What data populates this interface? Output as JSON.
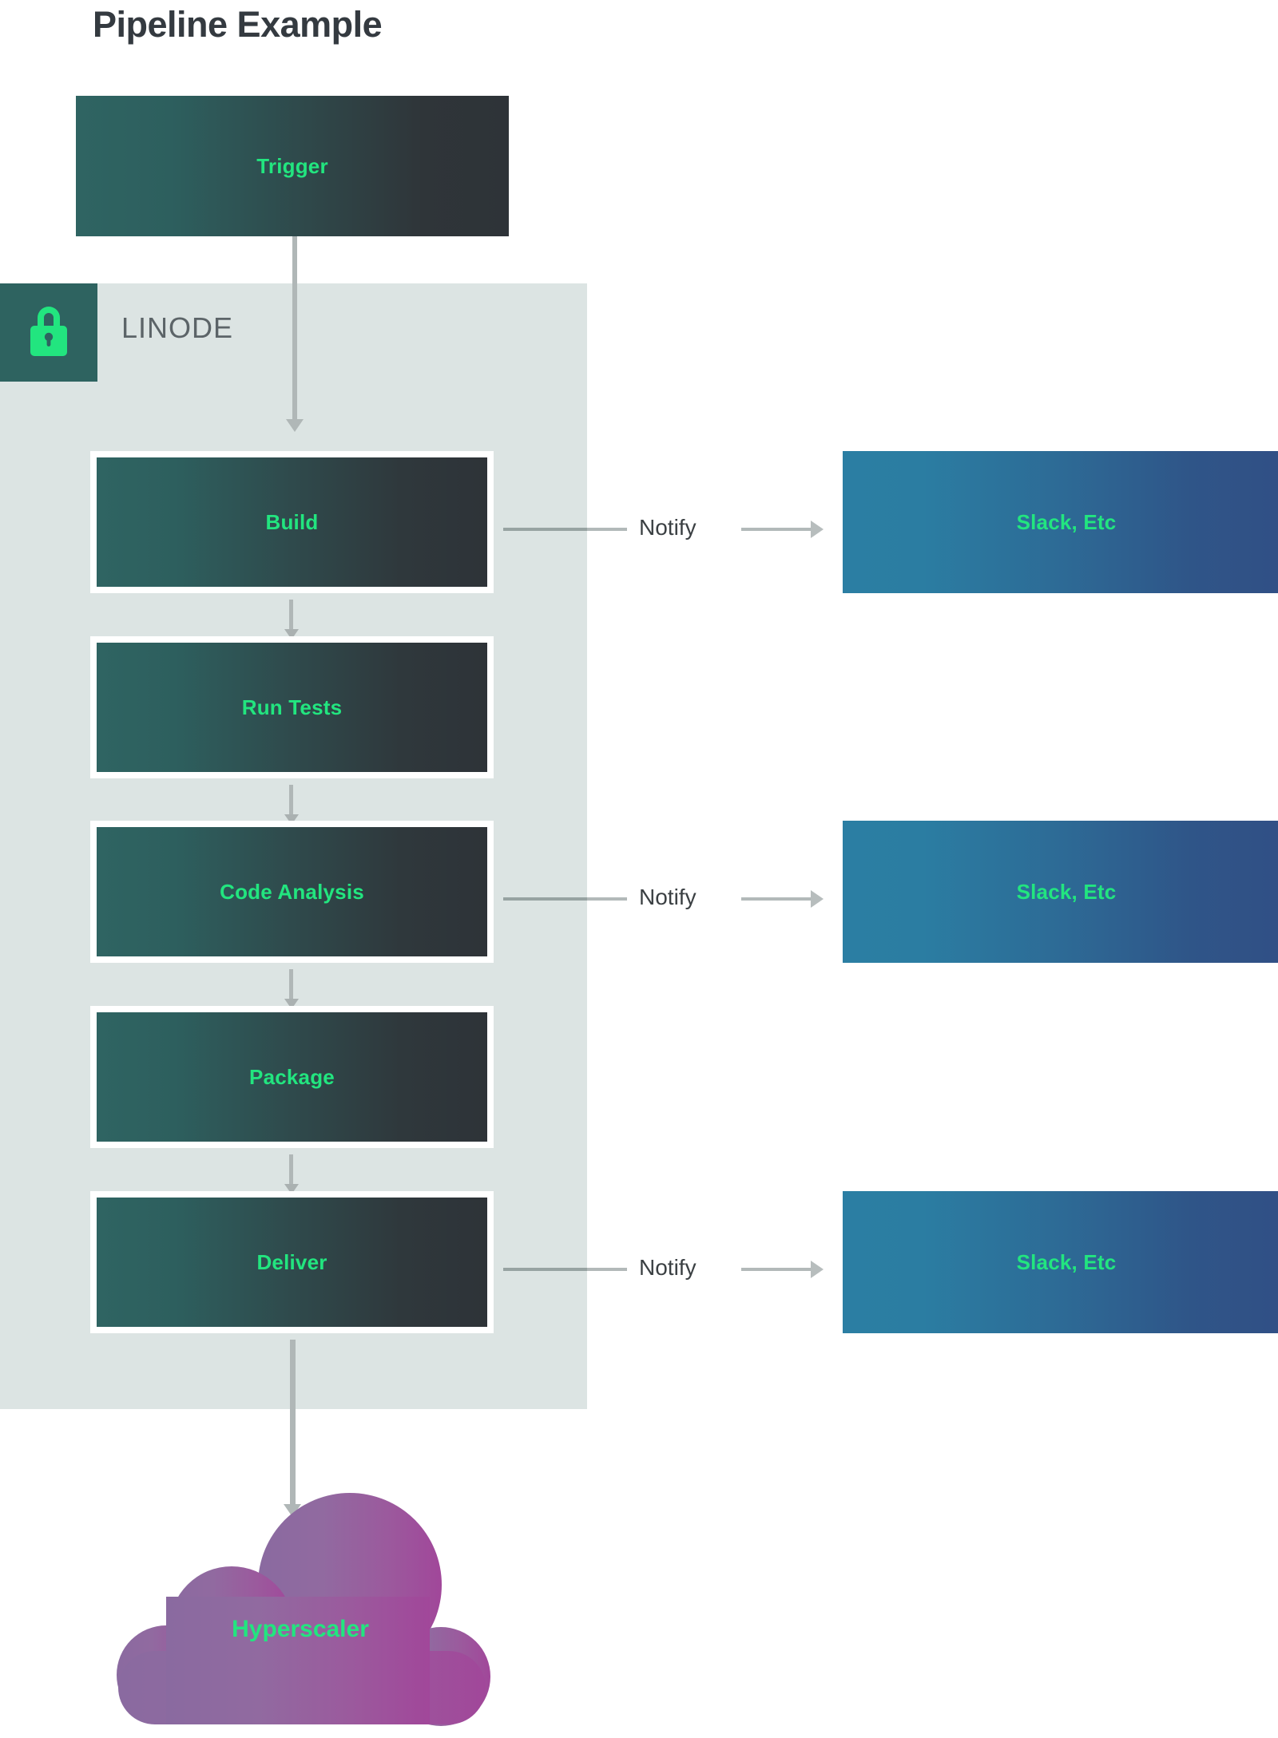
{
  "page": {
    "title": "Pipeline Example",
    "background": "#ffffff"
  },
  "colors": {
    "accent_green": "#22e57f",
    "title_text": "#343a40",
    "zone_background": "#dce4e3",
    "badge_teal": "#2e6360",
    "stage_gradient_start": "#2f6462",
    "stage_gradient_end": "#2e3338",
    "sink_gradient_start": "#2b7ea3",
    "sink_gradient_end": "#314f85",
    "cloud_gradient_start": "#8a6aa0",
    "cloud_gradient_end": "#a0489a",
    "connector_grey": "#b0b7b7",
    "label_text": "#3b4043",
    "zone_label_text": "#5c6468"
  },
  "diagram": {
    "type": "flowchart",
    "trigger": {
      "label": "Trigger"
    },
    "zone": {
      "label": "LINODE",
      "icon": "lock-icon"
    },
    "stages": [
      {
        "id": "build",
        "label": "Build",
        "notifies": true
      },
      {
        "id": "run-tests",
        "label": "Run Tests",
        "notifies": false
      },
      {
        "id": "code-analysis",
        "label": "Code Analysis",
        "notifies": true
      },
      {
        "id": "package",
        "label": "Package",
        "notifies": false
      },
      {
        "id": "deliver",
        "label": "Deliver",
        "notifies": true
      }
    ],
    "notify_label": "Notify",
    "sinks": [
      {
        "id": "sink-build",
        "label": "Slack, Etc"
      },
      {
        "id": "sink-analysis",
        "label": "Slack, Etc"
      },
      {
        "id": "sink-deliver",
        "label": "Slack, Etc"
      }
    ],
    "target": {
      "label": "Hyperscaler",
      "shape": "cloud"
    },
    "edges": [
      {
        "from": "trigger",
        "to": "build",
        "kind": "down"
      },
      {
        "from": "build",
        "to": "run-tests",
        "kind": "down"
      },
      {
        "from": "run-tests",
        "to": "code-analysis",
        "kind": "down"
      },
      {
        "from": "code-analysis",
        "to": "package",
        "kind": "down"
      },
      {
        "from": "package",
        "to": "deliver",
        "kind": "down"
      },
      {
        "from": "deliver",
        "to": "hyperscaler",
        "kind": "down"
      },
      {
        "from": "build",
        "to": "sink-build",
        "kind": "right",
        "label": "Notify"
      },
      {
        "from": "code-analysis",
        "to": "sink-analysis",
        "kind": "right",
        "label": "Notify"
      },
      {
        "from": "deliver",
        "to": "sink-deliver",
        "kind": "right",
        "label": "Notify"
      }
    ]
  }
}
